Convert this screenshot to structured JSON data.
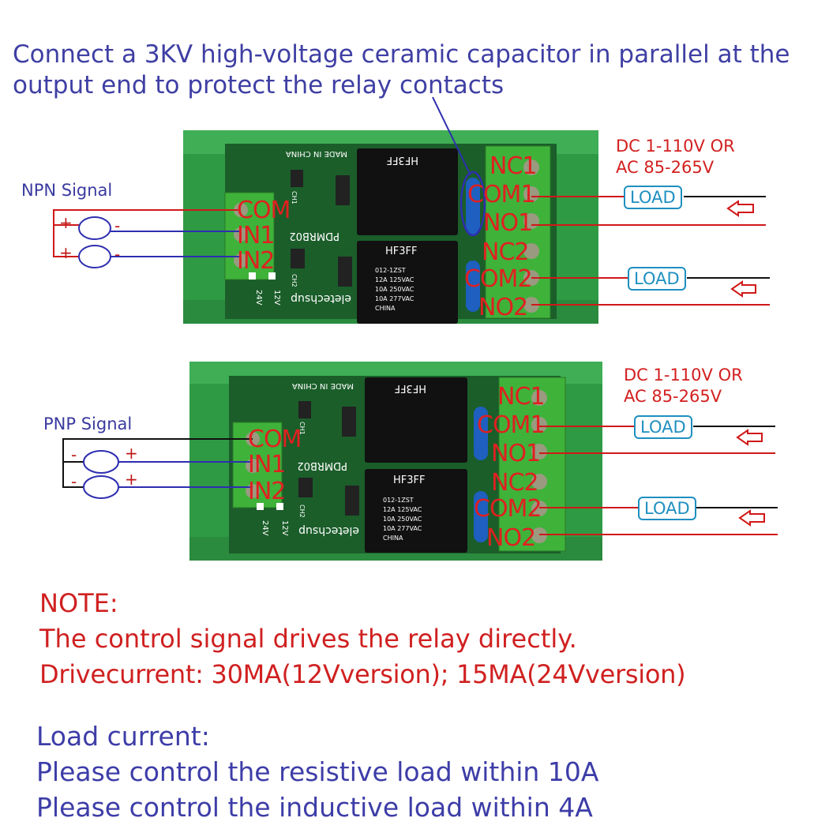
{
  "top_note": "Connect a 3KV high-voltage ceramic capacitor in parallel at the output end to protect the relay contacts",
  "board1": {
    "signal_label": "NPN Signal",
    "supply_line1": "DC 1-110V OR",
    "supply_line2": "AC 85-265V",
    "inputs": [
      "COM",
      "IN1",
      "IN2"
    ],
    "outputs": [
      "NC1",
      "COM1",
      "NO1",
      "NC2",
      "COM2",
      "NO2"
    ],
    "load1": "LOAD",
    "load2": "LOAD",
    "pm1_left": "+",
    "pm1_right": "-",
    "pm2_left": "+",
    "pm2_right": "-"
  },
  "board2": {
    "signal_label": "PNP Signal",
    "supply_line1": "DC 1-110V OR",
    "supply_line2": "AC 85-265V",
    "inputs": [
      "COM",
      "IN1",
      "IN2"
    ],
    "outputs": [
      "NC1",
      "COM1",
      "NO1",
      "NC2",
      "COM2",
      "NO2"
    ],
    "load1": "LOAD",
    "load2": "LOAD",
    "pm1_left": "-",
    "pm1_right": "+",
    "pm2_left": "-",
    "pm2_right": "+"
  },
  "board_print": {
    "model": "PDMRB02",
    "brand": "eletechsup",
    "made": "MADE IN CHINA",
    "relay_brand": "HF3FF",
    "relay_line1": "012-1ZST",
    "relay_line2": "12A 125VAC",
    "relay_line3": "10A 250VAC",
    "relay_line4": "10A 277VAC",
    "relay_line5": "CHINA",
    "v24": "24V",
    "v12": "12V",
    "ch1": "CH1",
    "ch2": "CH2"
  },
  "note": {
    "line1": "NOTE:",
    "line2": "The control signal drives the relay directly.",
    "line3": "Drivecurrent: 30MA(12Vversion); 15MA(24Vversion)"
  },
  "load_current": {
    "line1": "Load current:",
    "line2": "Please control the resistive load within 10A",
    "line3": "Please control the inductive load within 4A"
  },
  "colors": {
    "board_green": "#1b5e2a",
    "terminal_green": "#3fb23a",
    "rail_green": "#2f9a44",
    "red_wire": "#d01818",
    "blue_wire": "#2e2eb0",
    "capacitor_blue": "#1e5fbf"
  }
}
